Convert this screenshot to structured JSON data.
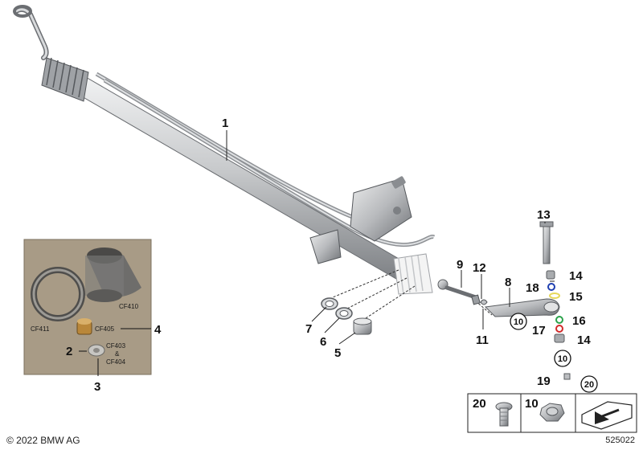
{
  "callouts": {
    "c1": "1",
    "c2": "2",
    "c3": "3",
    "c4": "4",
    "c5": "5",
    "c6": "6",
    "c7": "7",
    "c8": "8",
    "c9": "9",
    "c11": "11",
    "c12": "12",
    "c13": "13",
    "c14a": "14",
    "c14b": "14",
    "c15": "15",
    "c16": "16",
    "c17": "17",
    "c18": "18",
    "c19": "19"
  },
  "circled": {
    "r10a": "10",
    "r10b": "10",
    "r20": "20"
  },
  "photo_labels": {
    "cf410": "CF410",
    "cf411": "CF411",
    "cf405": "CF405",
    "cf403": "CF403",
    "amp": "&",
    "cf404": "CF404"
  },
  "legend": {
    "item20": "20",
    "item10": "10"
  },
  "footer": {
    "copyright": "© 2022 BMW AG",
    "drawing_id": "525022"
  },
  "colors": {
    "seal_blue": "#1f3fb0",
    "seal_yellow": "#e6d85a",
    "seal_green": "#2aa24a",
    "seal_red": "#d22a2a",
    "photo_bg": "#a89b86"
  }
}
